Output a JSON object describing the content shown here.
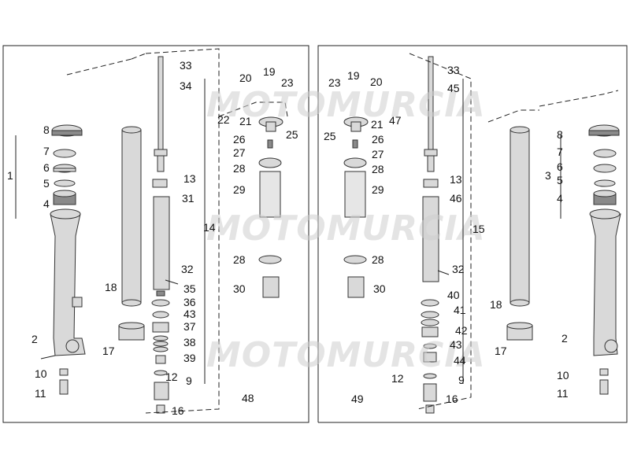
{
  "watermark": "MOTOMURCIA",
  "labels": [
    "1",
    "2",
    "3",
    "4",
    "5",
    "6",
    "7",
    "8",
    "9",
    "10",
    "11",
    "12",
    "13",
    "14",
    "15",
    "16",
    "17",
    "18",
    "19",
    "20",
    "21",
    "22",
    "23",
    "25",
    "26",
    "27",
    "28",
    "29",
    "30",
    "31",
    "32",
    "33",
    "34",
    "35",
    "36",
    "37",
    "38",
    "39",
    "40",
    "41",
    "42",
    "43",
    "44",
    "45",
    "46",
    "47",
    "48",
    "49"
  ]
}
